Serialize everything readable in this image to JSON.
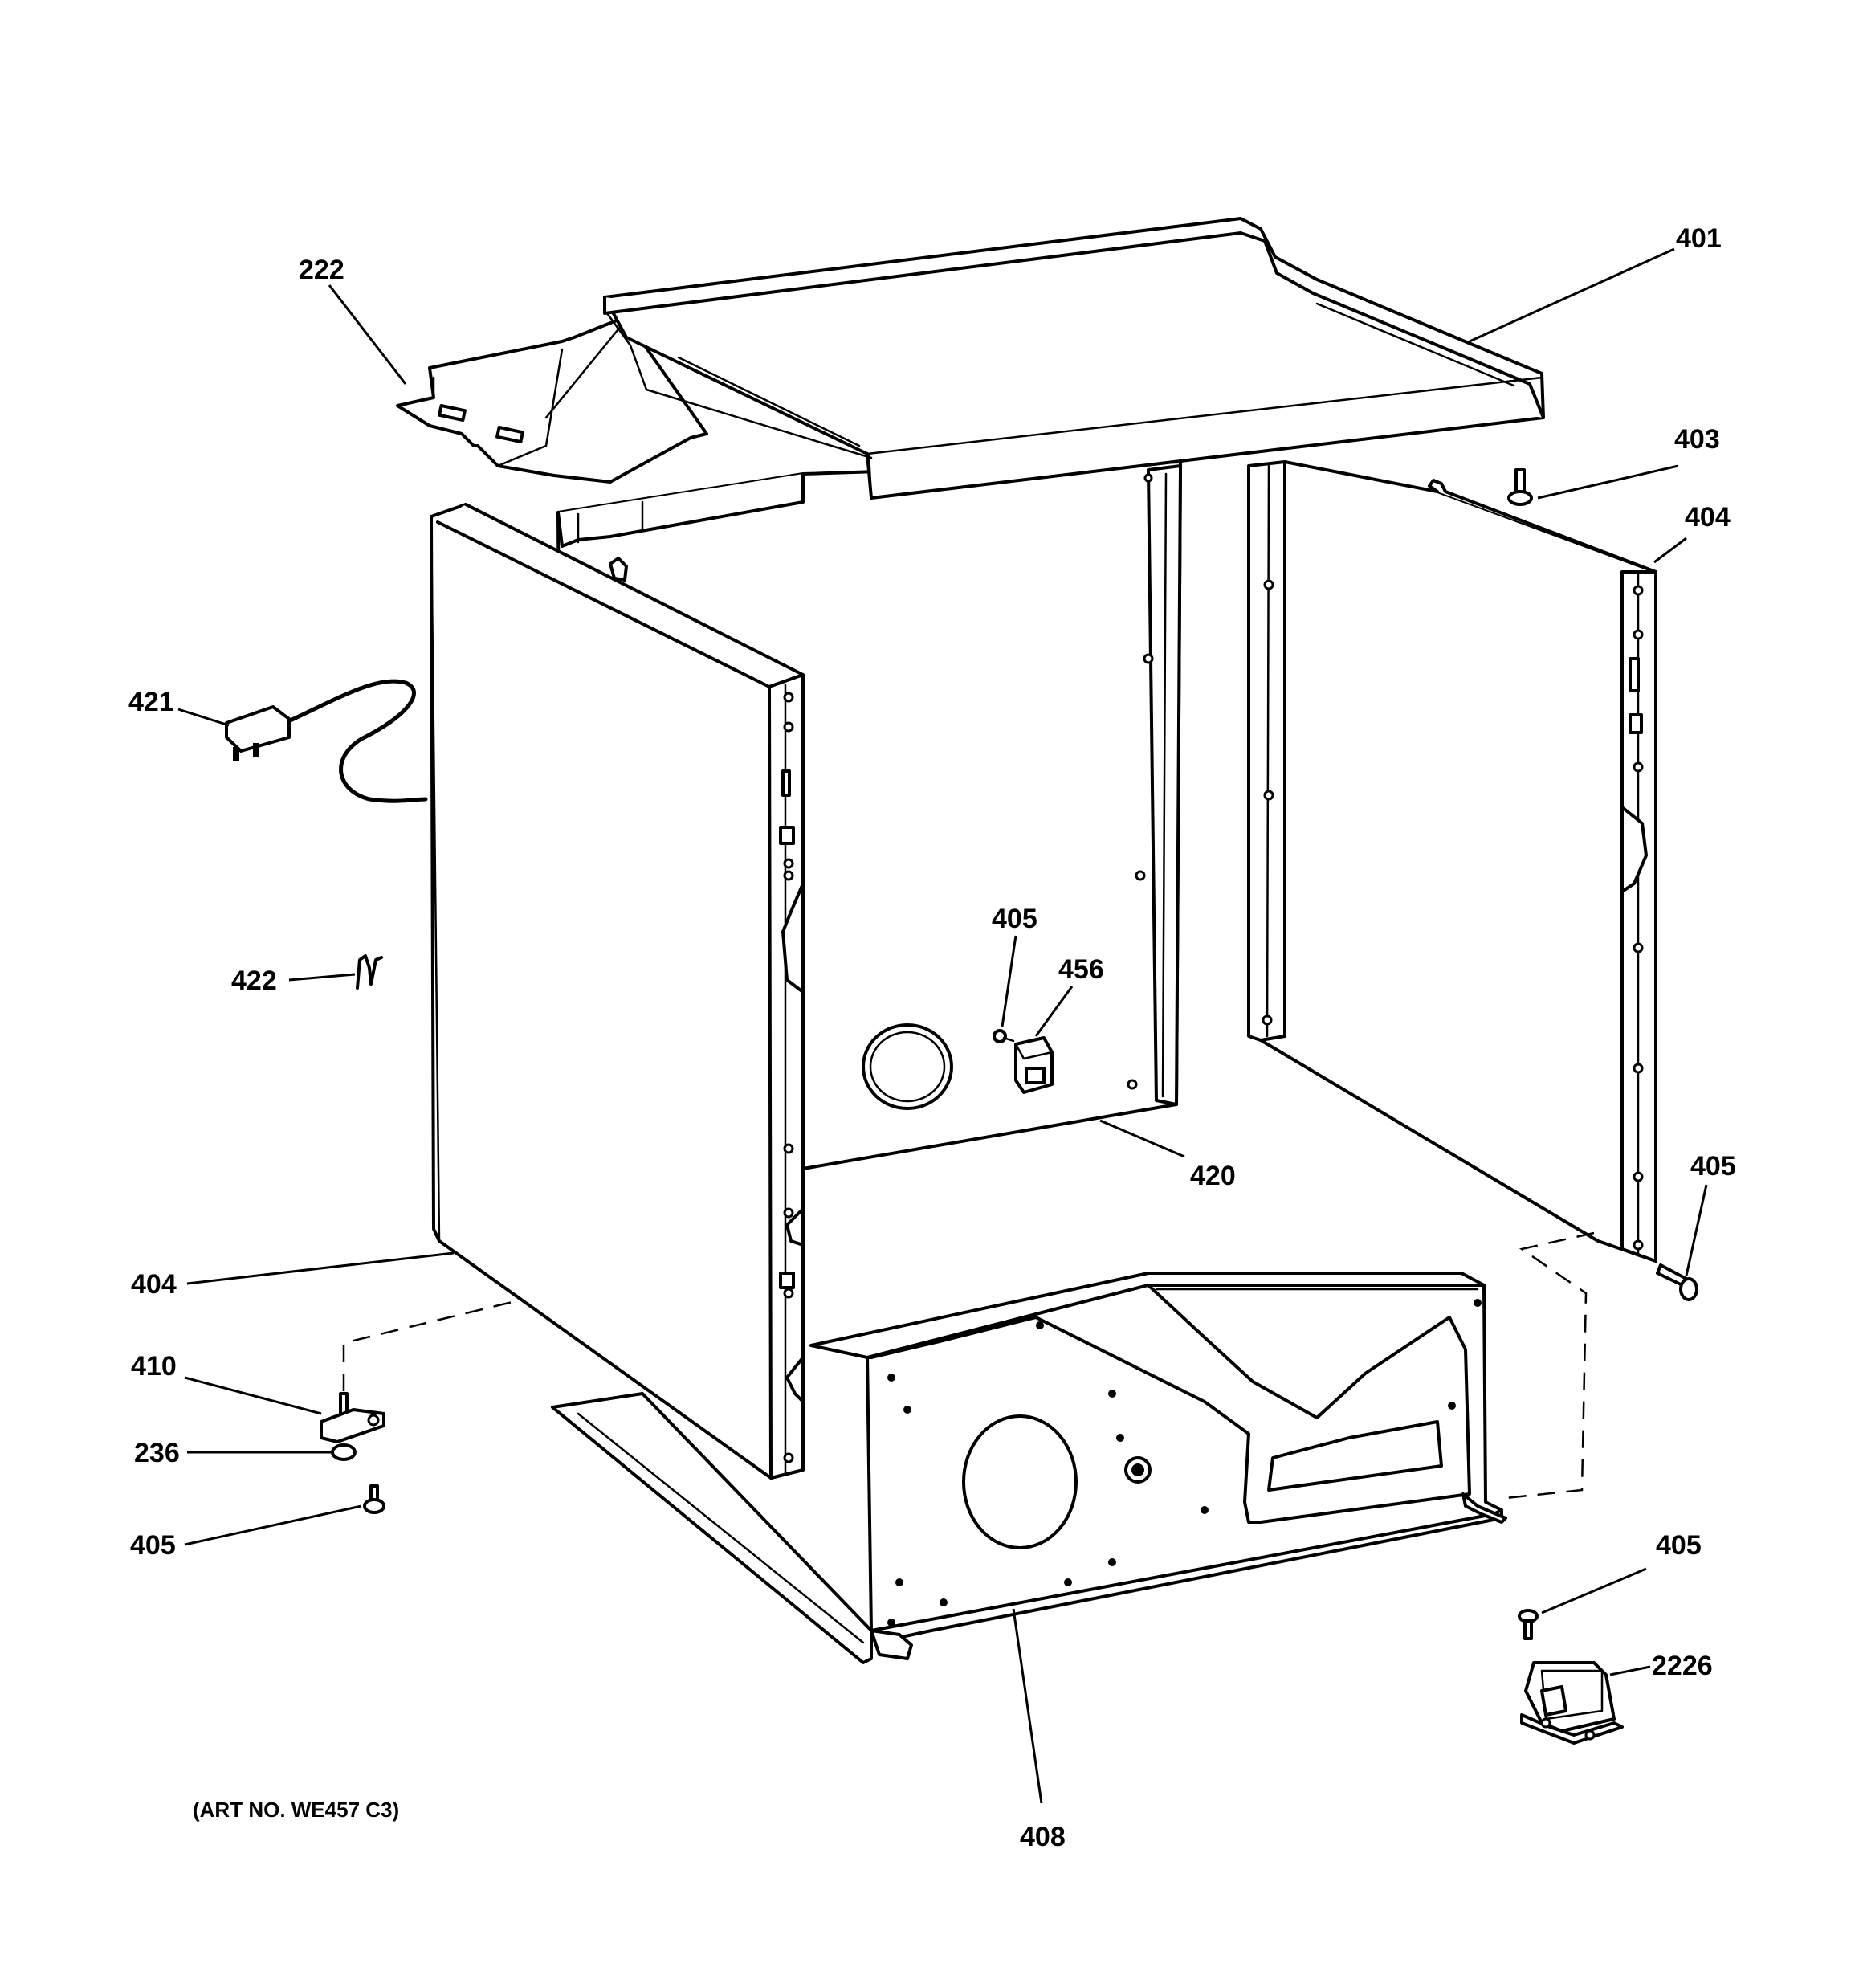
{
  "callouts": {
    "c222": "222",
    "c401": "401",
    "c403": "403",
    "c404_top": "404",
    "c421": "421",
    "c422": "422",
    "c405_center": "405",
    "c456": "456",
    "c420": "420",
    "c405_right": "405",
    "c404_left": "404",
    "c410": "410",
    "c236": "236",
    "c405_bottom_left": "405",
    "c405_bottom_right": "405",
    "c2226": "2226",
    "c408": "408"
  },
  "art_number": "(ART NO. WE457 C3)"
}
